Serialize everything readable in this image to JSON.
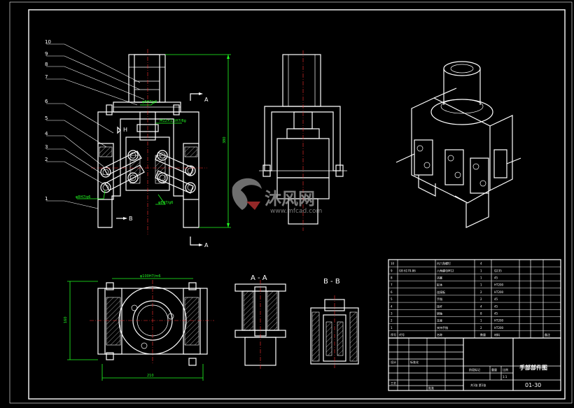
{
  "drawing": {
    "front_height_dim": "380",
    "pin_dim": "φ8H7/g6",
    "thread_dim": "M12×1.5H7/6g",
    "fit_left": "φ8H7/g6",
    "fit_right": "φ8H7/g6",
    "marker_h": "H",
    "section_a": "A",
    "section_b": "B",
    "top_width_dim": "φ100H7/m6",
    "top_depth_dim": "160",
    "overall_width_dim": "210",
    "section_aa_title": "A - A",
    "section_bb_title": "B - B"
  },
  "balloons": [
    "10",
    "9",
    "8",
    "7",
    "6",
    "5",
    "4",
    "3",
    "2",
    "1"
  ],
  "watermark": {
    "brand": "沐风网",
    "url": "www.mfcad.com"
  },
  "bom": [
    {
      "no": "10",
      "code": "",
      "name": "内六角螺钉",
      "qty": "4",
      "material": "",
      "note": ""
    },
    {
      "no": "9",
      "code": "GB 6170-86",
      "name": "六角螺母M12",
      "qty": "1",
      "material": "Q235",
      "note": ""
    },
    {
      "no": "8",
      "code": "",
      "name": "活塞",
      "qty": "1",
      "material": "45",
      "note": ""
    },
    {
      "no": "7",
      "code": "",
      "name": "缸体",
      "qty": "1",
      "material": "HT200",
      "note": ""
    },
    {
      "no": "6",
      "code": "",
      "name": "连接板",
      "qty": "2",
      "material": "HT200",
      "note": ""
    },
    {
      "no": "5",
      "code": "",
      "name": "手指",
      "qty": "2",
      "material": "45",
      "note": ""
    },
    {
      "no": "4",
      "code": "",
      "name": "连杆",
      "qty": "4",
      "material": "45",
      "note": ""
    },
    {
      "no": "3",
      "code": "",
      "name": "销轴",
      "qty": "8",
      "material": "45",
      "note": ""
    },
    {
      "no": "2",
      "code": "",
      "name": "支座",
      "qty": "1",
      "material": "HT200",
      "note": ""
    },
    {
      "no": "1",
      "code": "",
      "name": "夹持手指",
      "qty": "2",
      "material": "HT200",
      "note": ""
    }
  ],
  "bom_header": {
    "no": "序号",
    "code": "代号",
    "name": "名称",
    "qty": "数量",
    "material": "材料",
    "note": "备注"
  },
  "title_block": {
    "title": "手部部件图",
    "number": "01-30",
    "stage_label": "阶段标记",
    "weight_label": "重量",
    "scale_label": "比例",
    "scale": "1:1",
    "sheets": "共1张 第1张",
    "designer": "设计",
    "standard": "标准化",
    "process": "工艺",
    "approve": "批准"
  }
}
